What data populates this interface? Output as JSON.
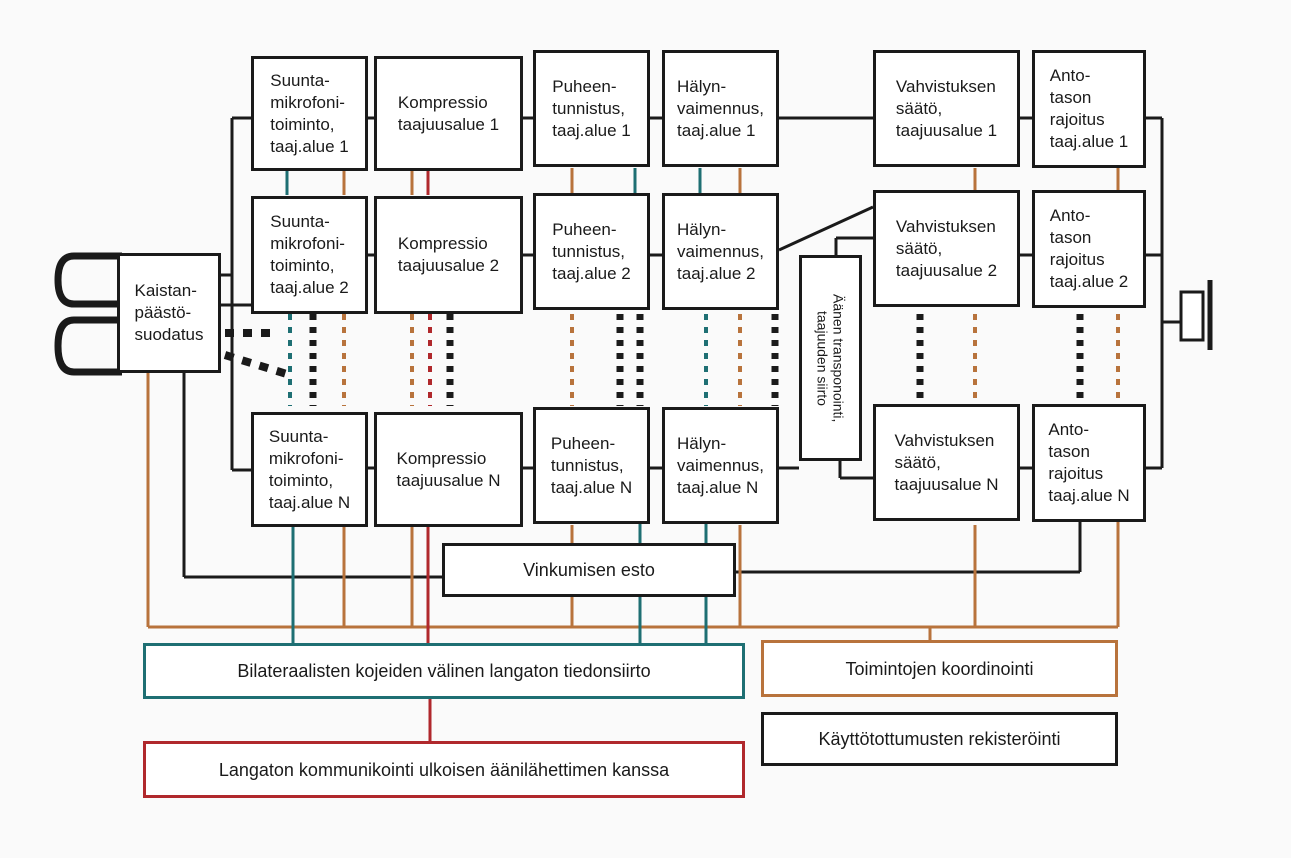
{
  "colors": {
    "black": "#1a1a1a",
    "orange": "#b8733c",
    "teal": "#1e6f73",
    "red": "#b0282c"
  },
  "icons": {
    "input": "microphone-icon",
    "output": "receiver-icon"
  },
  "blocks": {
    "kaistan": "Kaistan-\npäästö-\nsuodatus",
    "r1": {
      "suunta": "Suunta-\nmikrofoni-\ntoiminto,\ntaaj.alue 1",
      "kompressio": "Kompressio\ntaajuusalue 1",
      "puhe": "Puheen-\ntunnistus,\ntaaj.alue 1",
      "halyn": "Hälyn-\nvaimennus,\ntaaj.alue 1",
      "vahvistus": "Vahvistuksen\nsäätö,\ntaajuusalue 1",
      "anto": "Anto-\ntason\nrajoitus\ntaaj.alue 1"
    },
    "r2": {
      "suunta": "Suunta-\nmikrofoni-\ntoiminto,\ntaaj.alue 2",
      "kompressio": "Kompressio\ntaajuusalue 2",
      "puhe": "Puheen-\ntunnistus,\ntaaj.alue 2",
      "halyn": "Hälyn-\nvaimennus,\ntaaj.alue 2",
      "vahvistus": "Vahvistuksen\nsäätö,\ntaajuusalue 2",
      "anto": "Anto-\ntason\nrajoitus\ntaaj.alue 2"
    },
    "rn": {
      "suunta": "Suunta-\nmikrofoni-\ntoiminto,\ntaaj.alue N",
      "kompressio": "Kompressio\ntaajuusalue N",
      "puhe": "Puheen-\ntunnistus,\ntaaj.alue N",
      "halyn": "Hälyn-\nvaimennus,\ntaaj.alue N",
      "vahvistus": "Vahvistuksen\nsäätö,\ntaajuusalue N",
      "anto": "Anto-\ntason\nrajoitus\ntaaj.alue N"
    },
    "transponointi": "Äänen transponointi,\ntaajuuden siirto",
    "vinkumisen": "Vinkumisen esto",
    "bilateraali": "Bilateraalisten kojeiden välinen langaton tiedonsiirto",
    "langaton": "Langaton kommunikointi ulkoisen äänilähettimen kanssa",
    "toimintojen": "Toimintojen koordinointi",
    "kaytto": "Käyttötottumusten rekisteröinti"
  }
}
